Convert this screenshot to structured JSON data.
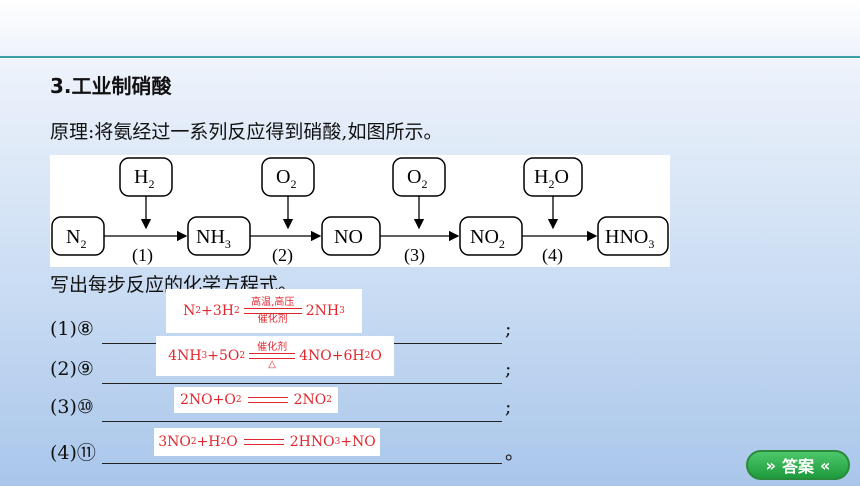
{
  "title": "3.工业制硝酸",
  "principle": "原理:将氨经过一系列反应得到硝酸,如图所示。",
  "diagram": {
    "reactants": [
      {
        "label": "H",
        "sub": "2"
      },
      {
        "label": "O",
        "sub": "2"
      },
      {
        "label": "O",
        "sub": "2"
      },
      {
        "label": "H",
        "sub": "2",
        "suffix": "O"
      }
    ],
    "chain": [
      {
        "label": "N",
        "sub": "2"
      },
      {
        "label": "NH",
        "sub": "3"
      },
      {
        "label": "NO",
        "sub": ""
      },
      {
        "label": "NO",
        "sub": "2"
      },
      {
        "label": "HNO",
        "sub": "3"
      }
    ],
    "steps": [
      "(1)",
      "(2)",
      "(3)",
      "(4)"
    ]
  },
  "prompt": "写出每步反应的化学方程式。",
  "questions": [
    {
      "num": "(1)⑧",
      "end": ";"
    },
    {
      "num": "(2)⑨",
      "end": ";"
    },
    {
      "num": "(3)⑩",
      "end": ";"
    },
    {
      "num": "(4)⑪",
      "end": "。"
    }
  ],
  "answers": {
    "a1": {
      "left": "N",
      "left_sub1": "2",
      "plus": "+3H",
      "left_sub2": "2",
      "cond_top": "高温,高压",
      "cond_bot": "催化剂",
      "right": "2NH",
      "right_sub": "3"
    },
    "a2": {
      "left": "4NH",
      "left_sub1": "3",
      "plus": "+5O",
      "left_sub2": "2",
      "cond_top": "催化剂",
      "cond_bot": "△",
      "right": "4NO+6H",
      "right_sub": "2",
      "right_tail": "O"
    },
    "a3": {
      "left": "2NO+O",
      "left_sub1": "2",
      "right": "2NO",
      "right_sub": "2"
    },
    "a4": {
      "left": "3NO",
      "left_sub1": "2",
      "plus": "+H",
      "left_sub2": "2",
      "tail": "O",
      "right": "2HNO",
      "right_sub": "3",
      "right_tail": "+NO"
    }
  },
  "answer_button": {
    "label": "答案",
    "left_chevron": "»",
    "right_chevron": "«"
  },
  "colors": {
    "accent_line": "#3aa0a4",
    "answer_red": "#e0262d",
    "button_green": "#2fae4f"
  }
}
